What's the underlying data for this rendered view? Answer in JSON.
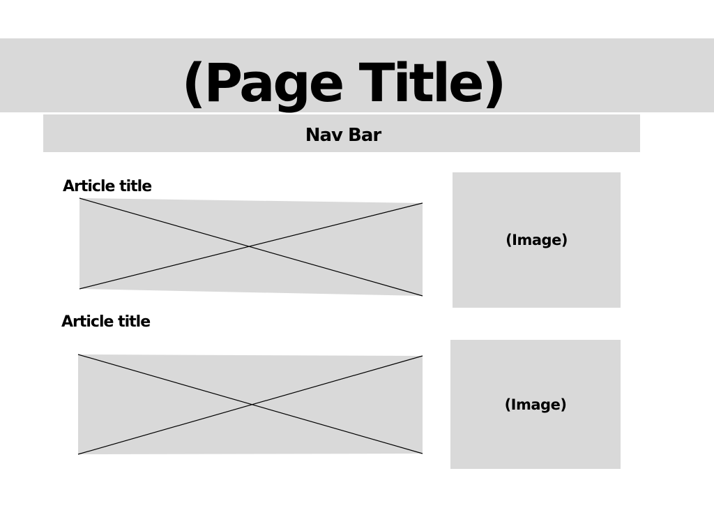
{
  "page_title": "(Page Title)",
  "nav_bar": {
    "label": "Nav Bar"
  },
  "articles": [
    {
      "title": "Article title",
      "image_label": "(Image)"
    },
    {
      "title": "Article title",
      "image_label": "(Image)"
    }
  ],
  "colors": {
    "placeholder_fill": "#d9d9d9",
    "text": "#000000",
    "background": "#ffffff"
  }
}
